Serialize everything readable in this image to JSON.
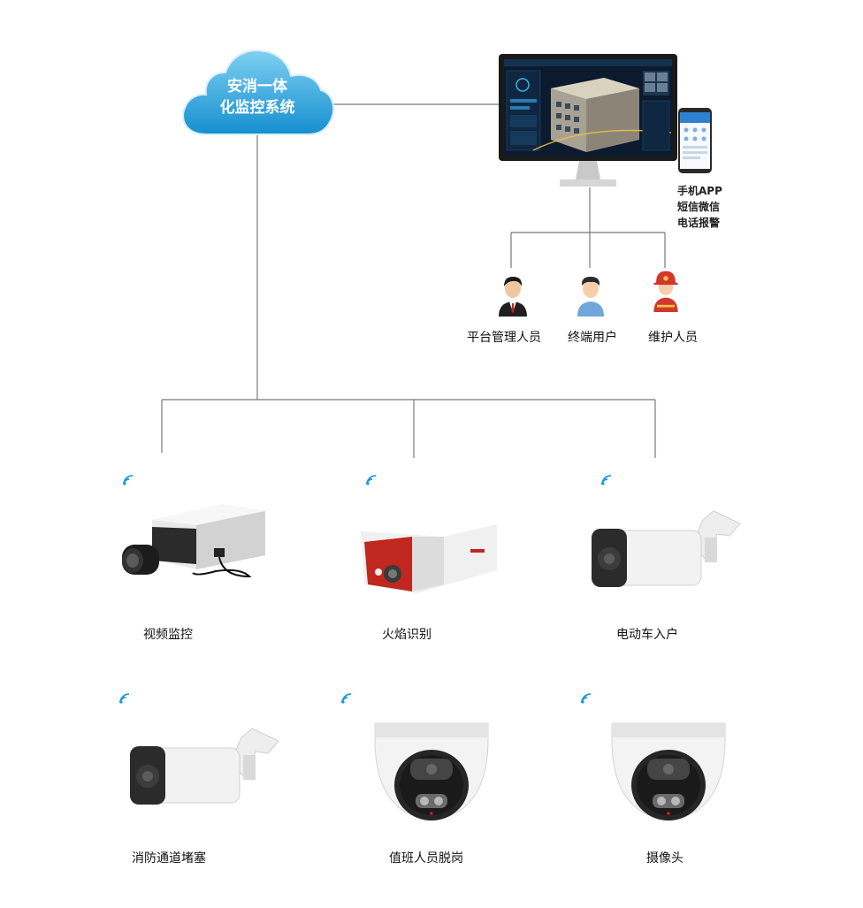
{
  "cloud": {
    "line1": "安消一体",
    "line2": "化监控系统",
    "color": "#1e9bd6"
  },
  "alerts": [
    "手机APP",
    "短信微信",
    "电话报警"
  ],
  "people": [
    {
      "label": "平台管理人员",
      "icon": "manager-avatar-icon"
    },
    {
      "label": "终端用户",
      "icon": "user-avatar-icon"
    },
    {
      "label": "维护人员",
      "icon": "firefighter-avatar-icon"
    }
  ],
  "devices": [
    {
      "label": "视频监控",
      "icon": "box-camera-icon"
    },
    {
      "label": "火焰识别",
      "icon": "flame-detector-camera-icon"
    },
    {
      "label": "电动车入户",
      "icon": "bullet-camera-icon"
    },
    {
      "label": "消防通道堵塞",
      "icon": "bullet-camera-icon"
    },
    {
      "label": "值班人员脱岗",
      "icon": "dome-camera-icon"
    },
    {
      "label": "摄像头",
      "icon": "dome-camera-icon"
    }
  ],
  "colors": {
    "line": "#6e6e6e",
    "accent": "#1e9bd6",
    "flame_red": "#c0271f"
  }
}
